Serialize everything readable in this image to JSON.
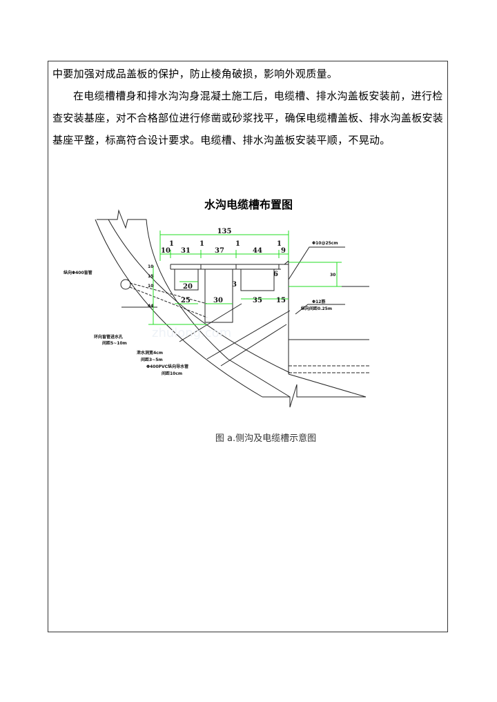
{
  "paragraphs": [
    "中要加强对成品盖板的保护，防止棱角破损，影响外观质量。",
    "在电缆槽槽身和排水沟沟身混凝土施工后，电缆槽、排水沟盖板安装前，进行检查安装基座，对不合格部位进行修凿或砂浆找平，确保电缆槽盖板、排水沟盖板安装基座平整，标高符合设计要求。电缆槽、排水沟盖板安装平顺，不晃动。"
  ],
  "drawing": {
    "title": "水沟电缆槽布置图",
    "dims_top": {
      "total": "135",
      "gaps": [
        "1",
        "1",
        "1",
        "1"
      ],
      "widths": [
        "10",
        "31",
        "37",
        "44",
        "9"
      ]
    },
    "dims_inner": [
      "20",
      "25",
      "30",
      "35",
      "15",
      "3",
      "6"
    ],
    "dims_vertical": [
      "10",
      "15",
      "10",
      "44",
      "30"
    ],
    "labels": {
      "longitudinal_pipe": "纵向Φ400盲管",
      "ring_hole": "环向盲管进水孔",
      "ring_hole_spacing": "间距5~10m",
      "drain_slot": "泄水洞宽4cm",
      "drain_slot_spacing": "间距3~5m",
      "pvc_pipe": "Φ400PVC纵向导水管",
      "pvc_pipe_spacing": "间距10cm",
      "rebar_top": "Φ10@25cm",
      "rebar_side": "Φ12筋",
      "rebar_side_spacing": "纵向间距0.25m"
    },
    "watermark": "zhulong.com"
  },
  "caption": "图 a.侧沟及电缆槽示意图"
}
